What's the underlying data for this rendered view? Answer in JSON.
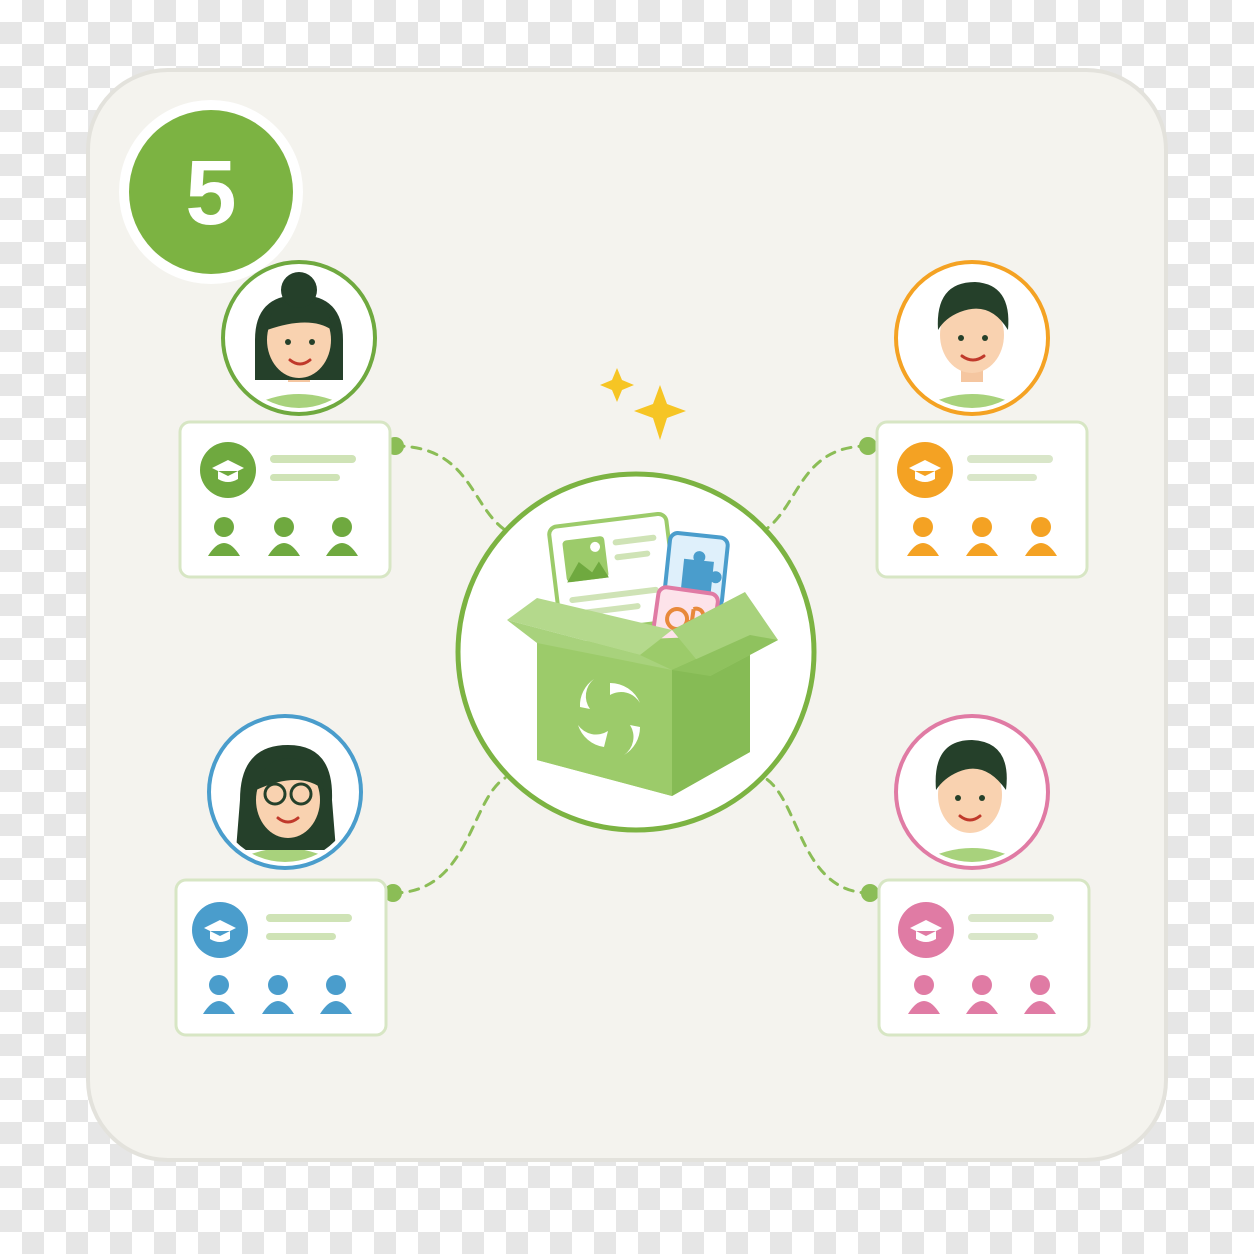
{
  "step_badge": {
    "number": "5"
  },
  "theme": {
    "background": "#f4f3ee",
    "panel_border": "#e3e2dc",
    "hub_green": "#7cb342",
    "box_green": "#9ccb6a",
    "connector_green": "#8bbd56"
  },
  "hub": {
    "icon": "package-box-icon",
    "contents": [
      "image-document-icon",
      "puzzle-card-icon",
      "letters-card-icon"
    ]
  },
  "learners": [
    {
      "id": "top-left",
      "accent": "#6fa93f",
      "avatar": "woman-bun-avatar",
      "icon": "graduation-cap-icon",
      "people": 3
    },
    {
      "id": "top-right",
      "accent": "#f4a223",
      "avatar": "man-avatar",
      "icon": "graduation-cap-icon",
      "people": 3
    },
    {
      "id": "bottom-left",
      "accent": "#4a9dcc",
      "avatar": "woman-glasses-avatar",
      "icon": "graduation-cap-icon",
      "people": 3
    },
    {
      "id": "bottom-right",
      "accent": "#e07ba4",
      "avatar": "boy-avatar",
      "icon": "graduation-cap-icon",
      "people": 3
    }
  ]
}
